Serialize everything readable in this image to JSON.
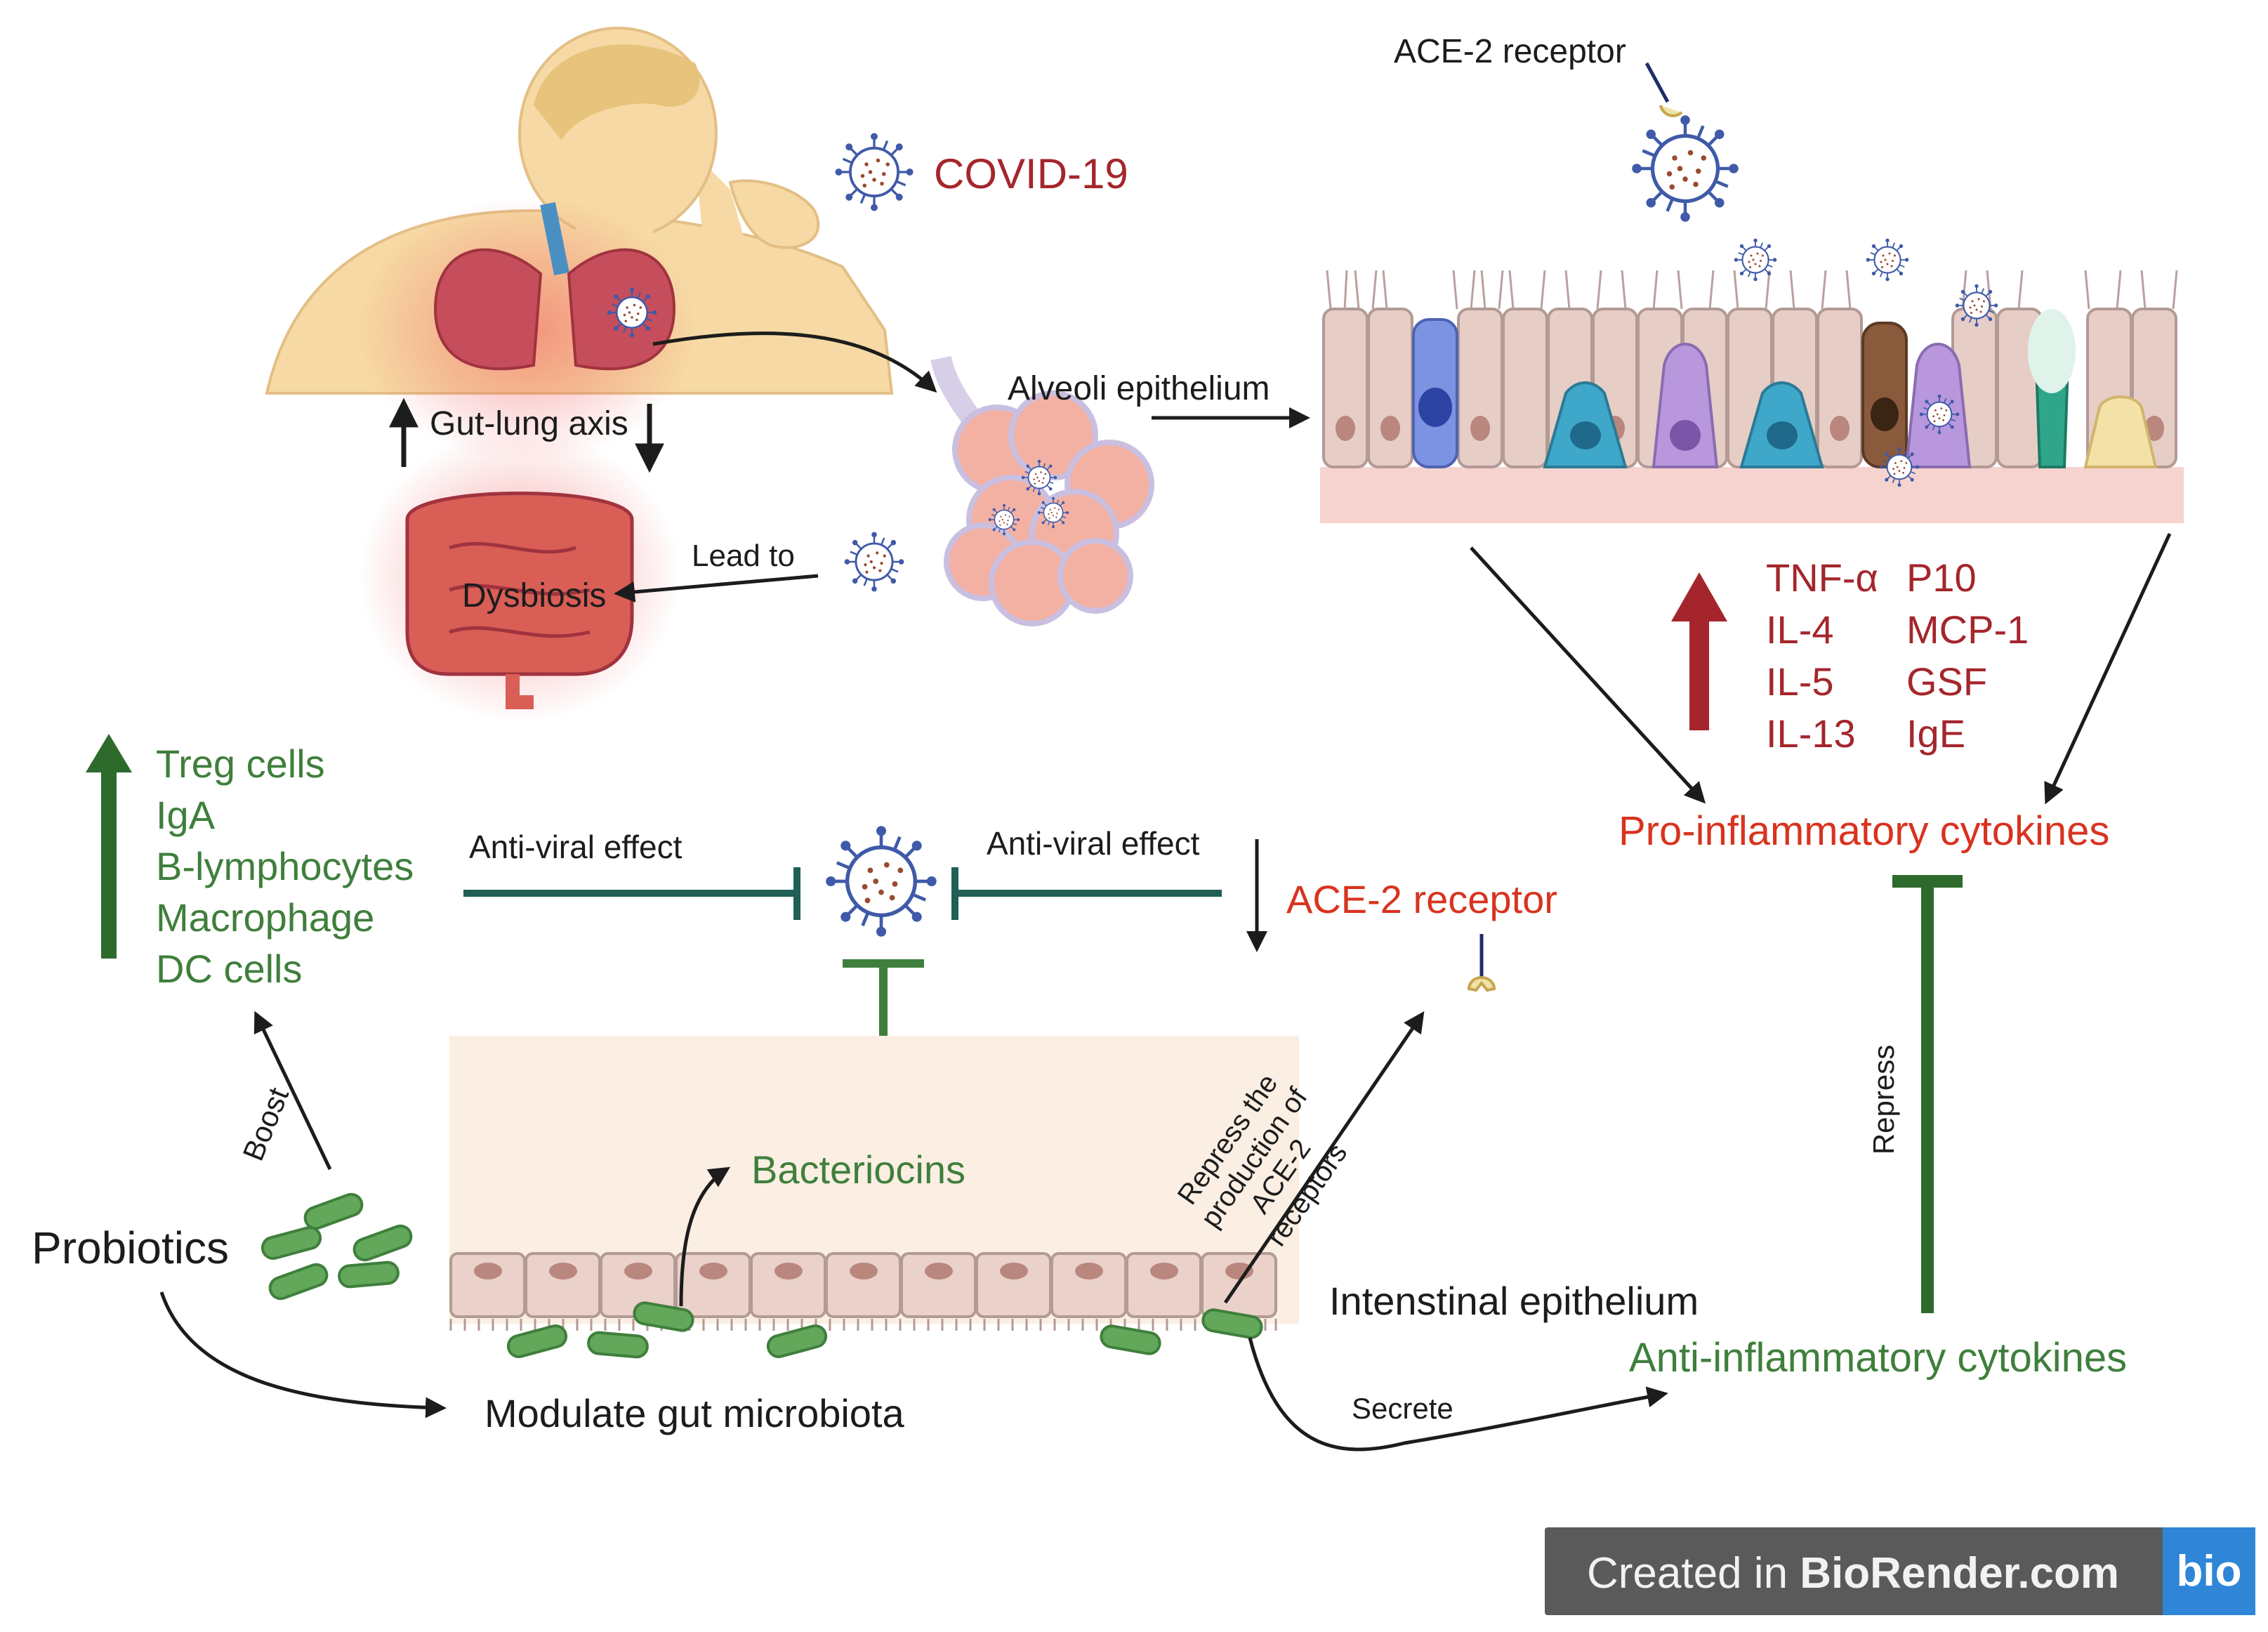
{
  "labels": {
    "covid": "COVID-19",
    "ace2_top": "ACE-2 receptor",
    "alveoli": "Alveoli epithelium",
    "gut_lung": "Gut-lung axis",
    "lead_to": "Lead to",
    "dysbiosis": "Dysbiosis",
    "immune": [
      "Treg cells",
      "IgA",
      "B-lymphocytes",
      "Macrophage",
      "DC cells"
    ],
    "antiviral_left": "Anti-viral effect",
    "antiviral_right": "Anti-viral effect",
    "ace2_mid": "ACE-2 receptor",
    "boost": "Boost",
    "probiotics": "Probiotics",
    "bacteriocins": "Bacteriocins",
    "repress_ace2": [
      "Repress the",
      "production of ACE-2",
      "receptors"
    ],
    "intestinal": "Intenstinal epithelium",
    "modulate": "Modulate gut microbiota",
    "secrete": "Secrete",
    "pro_inflammatory": "Pro-inflammatory cytokines",
    "cytokines_col1": [
      "TNF-α",
      "IL-4",
      "IL-5",
      "IL-13"
    ],
    "cytokines_col2": [
      "P10",
      "MCP-1",
      "GSF",
      "IgE"
    ],
    "repress": "Repress",
    "anti_inflammatory": "Anti-inflammatory cytokines"
  },
  "brand": {
    "prefix": "Created in ",
    "name": "BioRender.com",
    "logo": "bio"
  },
  "colors": {
    "green": "#3f7f3c",
    "dark_green": "#2e6a2c",
    "teal_inhibit": "#1f5f55",
    "red": "#d8331f",
    "maroon": "#a4262c",
    "virus": "#3f5aa8"
  }
}
